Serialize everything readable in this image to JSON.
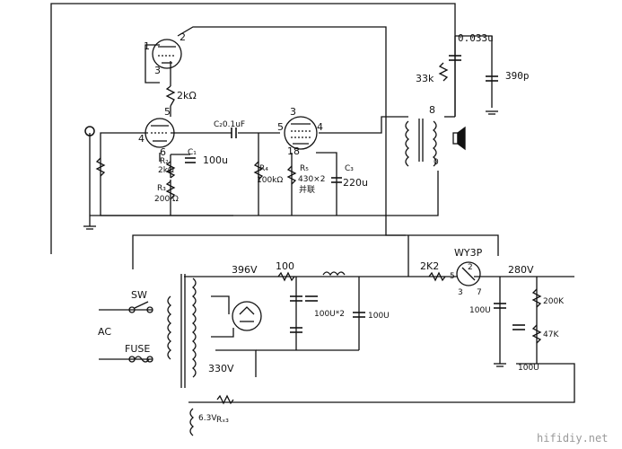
{
  "labels": {
    "pin1": "1",
    "pin2": "2",
    "pin3": "3",
    "pin4": "4",
    "pin5": "5",
    "pin6": "6",
    "r_2k": "2kΩ",
    "r2": "R₂",
    "r2_val": "2kΩ",
    "c1": "C₁",
    "c1_val": "100u",
    "r3": "R₃",
    "r3_val": "200 Ω",
    "c2": "C₂0.1uF",
    "r4": "R₄",
    "r4_val": "100kΩ",
    "v2_pin3": "3",
    "v2_pin4": "4",
    "v2_pin5": "5",
    "v2_pin18": "18",
    "r5": "R₅",
    "r5_val": "430×2",
    "r5_note": "并联",
    "c3": "C₃",
    "c3_val": "220u",
    "t_pin8": "8",
    "t_pin0": "0",
    "fb_cap": "0.033u",
    "fb_res": "33k",
    "fb_cap2": "390p",
    "v396": "396V",
    "r100": "100",
    "c100u2": "100U*2",
    "c100u": "100U",
    "sw": "SW",
    "ac": "AC",
    "fuse": "FUSE",
    "v330": "330V",
    "v63": "6.3V",
    "rx3": "Rₓ₃",
    "r2k2": "2K2",
    "wy3p": "WY3P",
    "wy_pin2": "2",
    "wy_pin5": "5",
    "wy_pin3": "3",
    "wy_pin7": "7",
    "v280": "280V",
    "r200k": "200K",
    "r47k": "47K",
    "c100u_b": "100U",
    "c100u_c": "100U",
    "watermark": "hifidiy.net"
  }
}
